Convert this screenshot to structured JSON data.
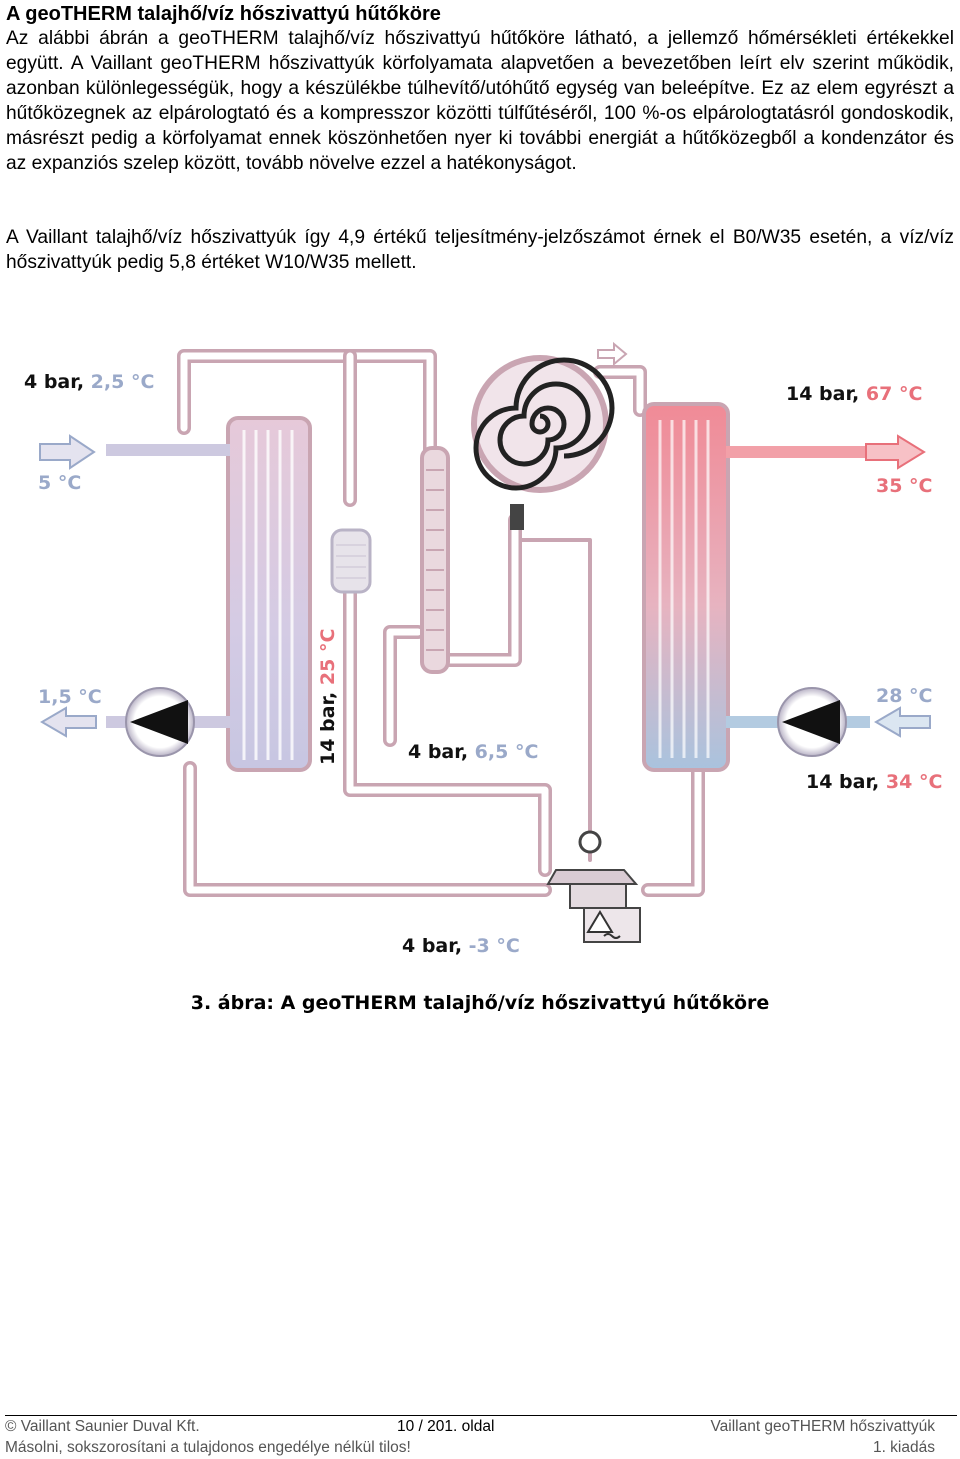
{
  "heading": "A geoTHERM talajhő/víz hőszivattyú hűtőköre",
  "paragraph1": "Az alábbi ábrán a geoTHERM talajhő/víz hőszivattyú hűtőköre látható, a jellemző hőmérsékleti értékekkel együtt. A Vaillant geoTHERM hőszivattyúk körfolyamata alapvetően a bevezetőben leírt elv szerint működik, azonban különlegességük, hogy a készülékbe túlhevítő/utóhűtő egység van beleépítve. Ez az elem egyrészt a hűtőközegnek az elpárologtató és a kompresszor közötti túlfűtéséről, 100 %-os elpárologtatásról gondoskodik, másrészt pedig a körfolyamat ennek köszönhetően nyer ki további energiát a hűtőközegből a kondenzátor és az expanziós szelep között, tovább növelve ezzel a hatékonyságot.",
  "paragraph2": "A Vaillant talajhő/víz hőszivattyúk így 4,9 értékű teljesítmény-jelzőszámot érnek el B0/W35 esetén, a víz/víz hőszivattyúk pedig 5,8 értéket W10/W35 mellett.",
  "diagram": {
    "label_top_left_pressure": "4 bar, ",
    "label_top_left_temp": "2,5 °C",
    "label_brine_in": "5 °C",
    "label_brine_out": "1,5 °C",
    "label_vertical_pressure": "14 bar, ",
    "label_vertical_temp": "25 °C",
    "label_mid_pressure": "4 bar, ",
    "label_mid_temp": "6,5 °C",
    "label_bottom_pressure": "4 bar, ",
    "label_bottom_temp": "-3 °C",
    "label_top_right_pressure": "14 bar, ",
    "label_top_right_temp": "67 °C",
    "label_heating_out": "35 °C",
    "label_heating_in": "28 °C",
    "label_bottom_right_pressure": "14 bar, ",
    "label_bottom_right_temp": "34 °C",
    "colors": {
      "cold_text": "#9aa9c9",
      "hot_text": "#e8707a",
      "pipe": "#c9a5b2",
      "pipe_fill": "#ffffff"
    }
  },
  "figure_caption": "3. ábra: A geoTHERM talajhő/víz hőszivattyú hűtőköre",
  "footer": {
    "copyright": "© Vaillant Saunier Duval Kft.",
    "page": "10 / 201. oldal",
    "product": "Vaillant geoTHERM hőszivattyúk",
    "notice": "Másolni, sokszorosítani a tulajdonos engedélye nélkül tilos!",
    "edition": "1. kiadás"
  }
}
